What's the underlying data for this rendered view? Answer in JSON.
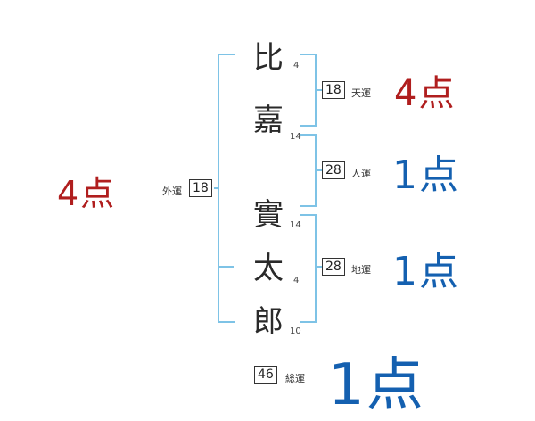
{
  "name_chars": [
    {
      "char": "比",
      "strokes": "4"
    },
    {
      "char": "嘉",
      "strokes": "14"
    },
    {
      "char": "實",
      "strokes": "14"
    },
    {
      "char": "太",
      "strokes": "4"
    },
    {
      "char": "郎",
      "strokes": "10"
    }
  ],
  "gaikaku": {
    "label": "外運",
    "value": "18",
    "score": "4点"
  },
  "tenkaku": {
    "label": "天運",
    "value": "18",
    "score": "4点"
  },
  "jinkaku": {
    "label": "人運",
    "value": "28",
    "score": "1点"
  },
  "chikaku": {
    "label": "地運",
    "value": "28",
    "score": "1点"
  },
  "soukaku": {
    "label": "総運",
    "value": "46",
    "score": "1点"
  },
  "colors": {
    "red": "#b01e1e",
    "blue": "#1460b0",
    "bracket": "#7ec3e6"
  }
}
